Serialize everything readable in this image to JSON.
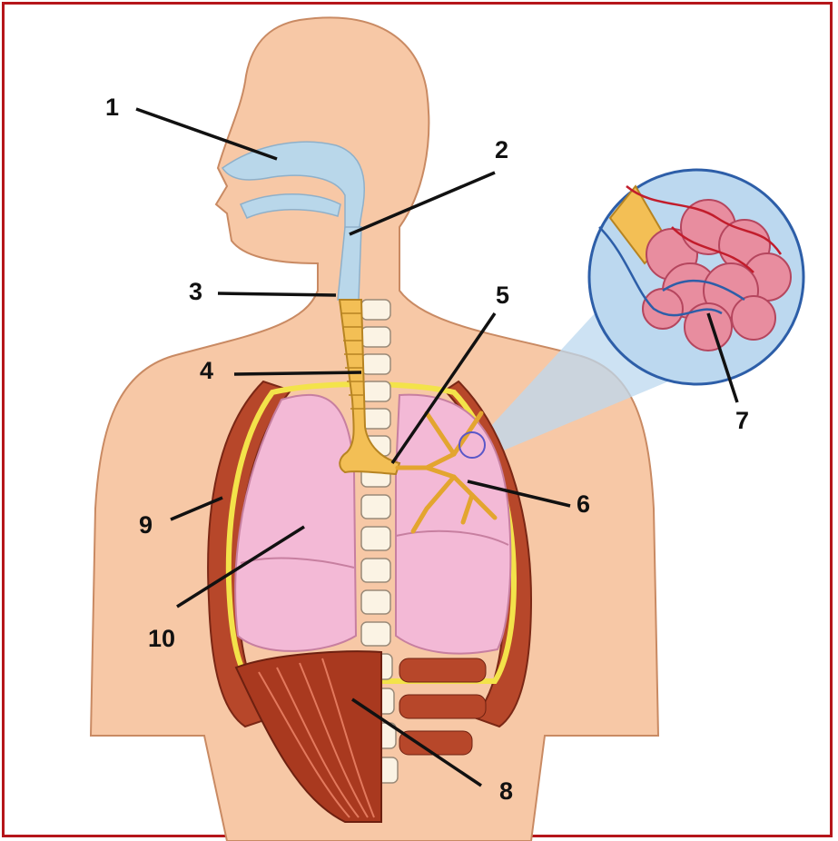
{
  "labels": [
    {
      "id": "1",
      "text": "1"
    },
    {
      "id": "2",
      "text": "2"
    },
    {
      "id": "3",
      "text": "3"
    },
    {
      "id": "4",
      "text": "4"
    },
    {
      "id": "5",
      "text": "5"
    },
    {
      "id": "6",
      "text": "6"
    },
    {
      "id": "7",
      "text": "7"
    },
    {
      "id": "8",
      "text": "8"
    },
    {
      "id": "9",
      "text": "9"
    },
    {
      "id": "10",
      "text": "10"
    }
  ],
  "colors": {
    "frame": "#b5161b",
    "skin": "#f7c8a6",
    "skin_outline": "#c98a63",
    "airway": "#b9d7ea",
    "trachea": "#f3bf55",
    "lung": "#f3b9d6",
    "pleura": "#f3e34a",
    "rib_muscle": "#b7472a",
    "diaphragm": "#a9391f",
    "spine": "#fbf3e4",
    "alveoli": "#e88d9f",
    "magnifier": "#bcd8ef"
  }
}
